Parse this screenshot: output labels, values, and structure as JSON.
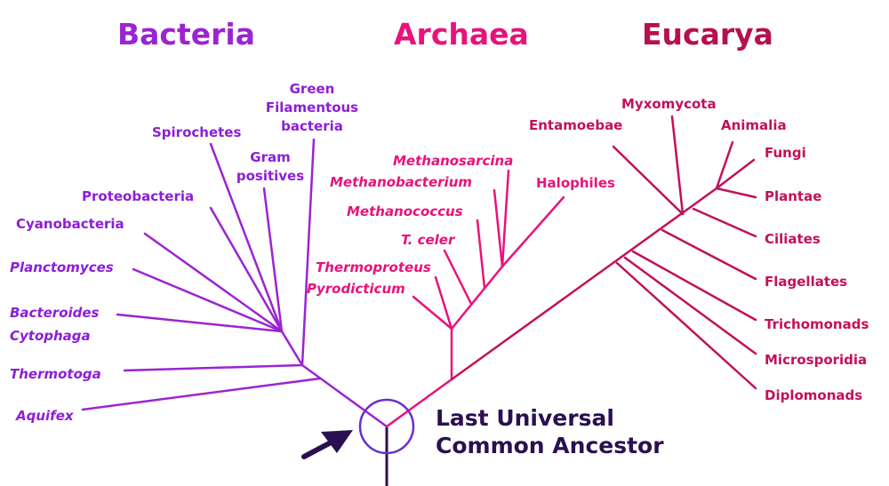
{
  "domains": {
    "bacteria": {
      "label": "Bacteria",
      "color": "#9b24d1"
    },
    "archaea": {
      "label": "Archaea",
      "color": "#e8137a"
    },
    "eucarya": {
      "label": "Eucarya",
      "color": "#b5104f"
    }
  },
  "bacteria": {
    "green_filamentous": [
      "Green",
      "Filamentous",
      "bacteria"
    ],
    "spirochetes": "Spirochetes",
    "gram_positives": [
      "Gram",
      "positives"
    ],
    "proteobacteria": "Proteobacteria",
    "cyanobacteria": "Cyanobacteria",
    "planctomyces": "Planctomyces",
    "bacteroides": [
      "Bacteroides",
      "Cytophaga"
    ],
    "thermotoga": "Thermotoga",
    "aquifex": "Aquifex"
  },
  "archaea": {
    "methanosarcina": "Methanosarcina",
    "methanobacterium": "Methanobacterium",
    "halophiles": "Halophiles",
    "methanococcus": "Methanococcus",
    "t_celer": "T. celer",
    "thermoproteus": "Thermoproteus",
    "pyrodicticum": "Pyrodicticum"
  },
  "eucarya": {
    "myxomycota": "Myxomycota",
    "entamoebae": "Entamoebae",
    "animalia": "Animalia",
    "fungi": "Fungi",
    "plantae": "Plantae",
    "ciliates": "Ciliates",
    "flagellates": "Flagellates",
    "trichomonads": "Trichomonads",
    "microsporidia": "Microsporidia",
    "diplomonads": "Diplomonads"
  },
  "luca": {
    "line1": "Last Universal",
    "line2": "Common Ancestor"
  },
  "colors": {
    "bacteria_line": "#9b24d1",
    "archaea_line": "#e8137a",
    "eucarya_line": "#c2115a",
    "root": "#2a1050",
    "circle": "#6a2fd0",
    "arrow": "#2a1050"
  }
}
